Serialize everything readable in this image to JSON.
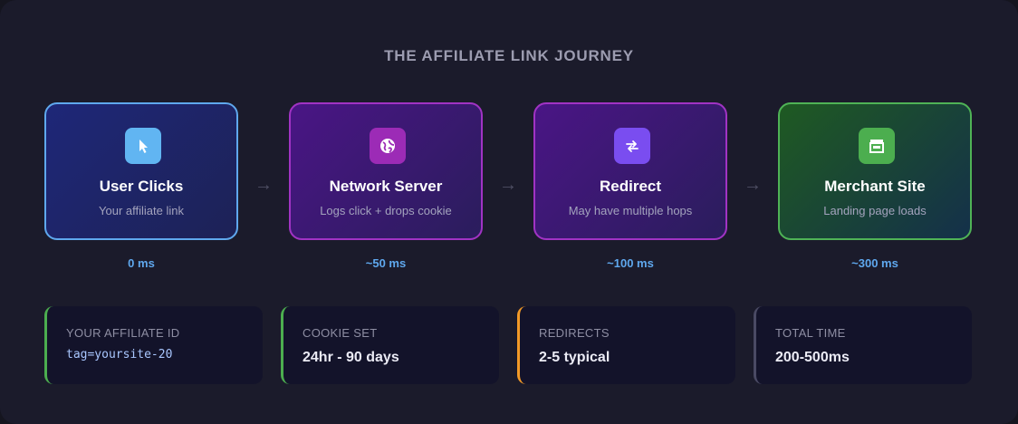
{
  "title": "THE AFFILIATE LINK JOURNEY",
  "steps": [
    {
      "icon": "cursor-click-icon",
      "title": "User Clicks",
      "subtitle": "Your affiliate link",
      "timing": "0 ms",
      "accent": "#5fa8ee"
    },
    {
      "icon": "globe-icon",
      "title": "Network Server",
      "subtitle": "Logs click + drops cookie",
      "timing": "~50 ms",
      "accent": "#a133c4"
    },
    {
      "icon": "redirect-arrows-icon",
      "title": "Redirect",
      "subtitle": "May have multiple hops",
      "timing": "~100 ms",
      "accent": "#7a4df0"
    },
    {
      "icon": "storefront-icon",
      "title": "Merchant Site",
      "subtitle": "Landing page loads",
      "timing": "~300 ms",
      "accent": "#4cae4f"
    }
  ],
  "arrow_glyph": "→",
  "info_cards": [
    {
      "label": "YOUR AFFILIATE ID",
      "value": "tag=yoursite-20",
      "accent": "#4cae4f"
    },
    {
      "label": "COOKIE SET",
      "value": "24hr - 90 days",
      "accent": "#4cae4f"
    },
    {
      "label": "REDIRECTS",
      "value": "2-5 typical",
      "accent": "#f39a27"
    },
    {
      "label": "TOTAL TIME",
      "value": "200-500ms",
      "accent": "#4a4a64"
    }
  ]
}
